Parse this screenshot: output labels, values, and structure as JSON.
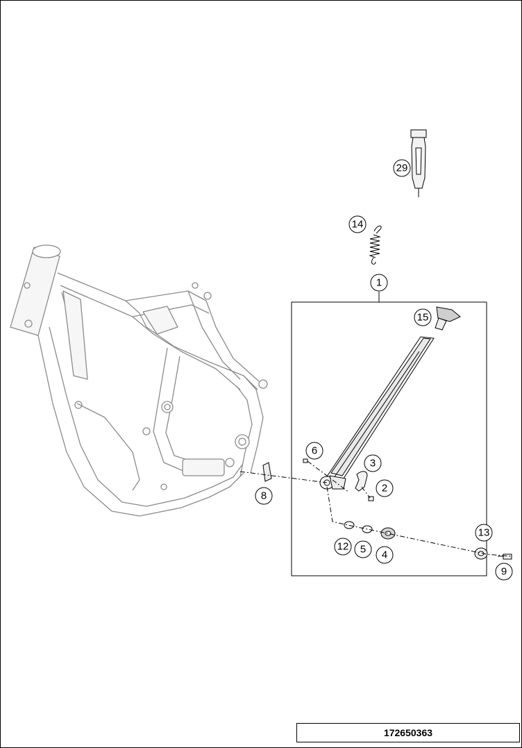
{
  "diagram": {
    "drawing_number": "172650363",
    "callouts": [
      {
        "label": "1"
      },
      {
        "label": "2"
      },
      {
        "label": "3"
      },
      {
        "label": "4"
      },
      {
        "label": "5"
      },
      {
        "label": "6"
      },
      {
        "label": "8"
      },
      {
        "label": "9"
      },
      {
        "label": "12"
      },
      {
        "label": "13"
      },
      {
        "label": "14"
      },
      {
        "label": "15"
      },
      {
        "label": "29"
      }
    ],
    "colors": {
      "ink": "#000000",
      "frame_gray": "#8a8a8a",
      "part_fill": "#f2f2f2"
    }
  }
}
